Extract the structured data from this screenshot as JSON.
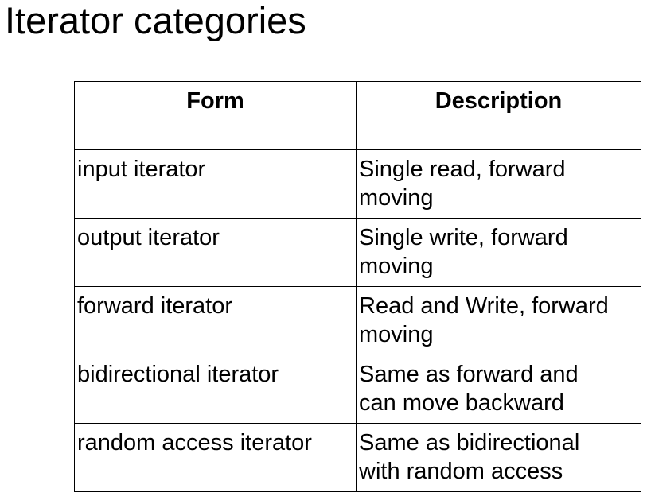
{
  "title": "Iterator categories",
  "table": {
    "headers": [
      "Form",
      "Description"
    ],
    "rows": [
      {
        "form": "input iterator",
        "description": [
          "Single read, forward",
          "moving"
        ]
      },
      {
        "form": "output iterator",
        "description": [
          "Single write, forward",
          "moving"
        ]
      },
      {
        "form": "forward iterator",
        "description": [
          "Read and Write, forward",
          "moving"
        ]
      },
      {
        "form": "bidirectional iterator",
        "description": [
          "Same as forward and",
          "can move backward"
        ]
      },
      {
        "form": "random access iterator",
        "description": [
          "Same as bidirectional",
          "with random access"
        ]
      }
    ]
  }
}
